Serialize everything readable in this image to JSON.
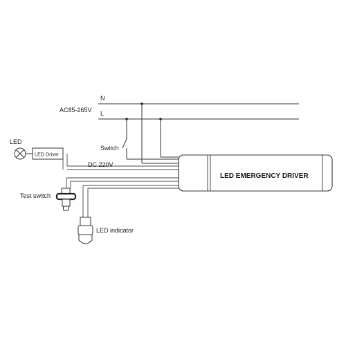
{
  "labels": {
    "n": "N",
    "l": "L",
    "ac_range": "AC85-265V",
    "switch": "Switch",
    "dc_voltage": "DC 220V",
    "led": "LED",
    "led_driver": "LED Driver",
    "test_switch": "Test switch",
    "led_indicator": "LED indicator",
    "unit": "LED EMERGENCY DRIVER"
  }
}
